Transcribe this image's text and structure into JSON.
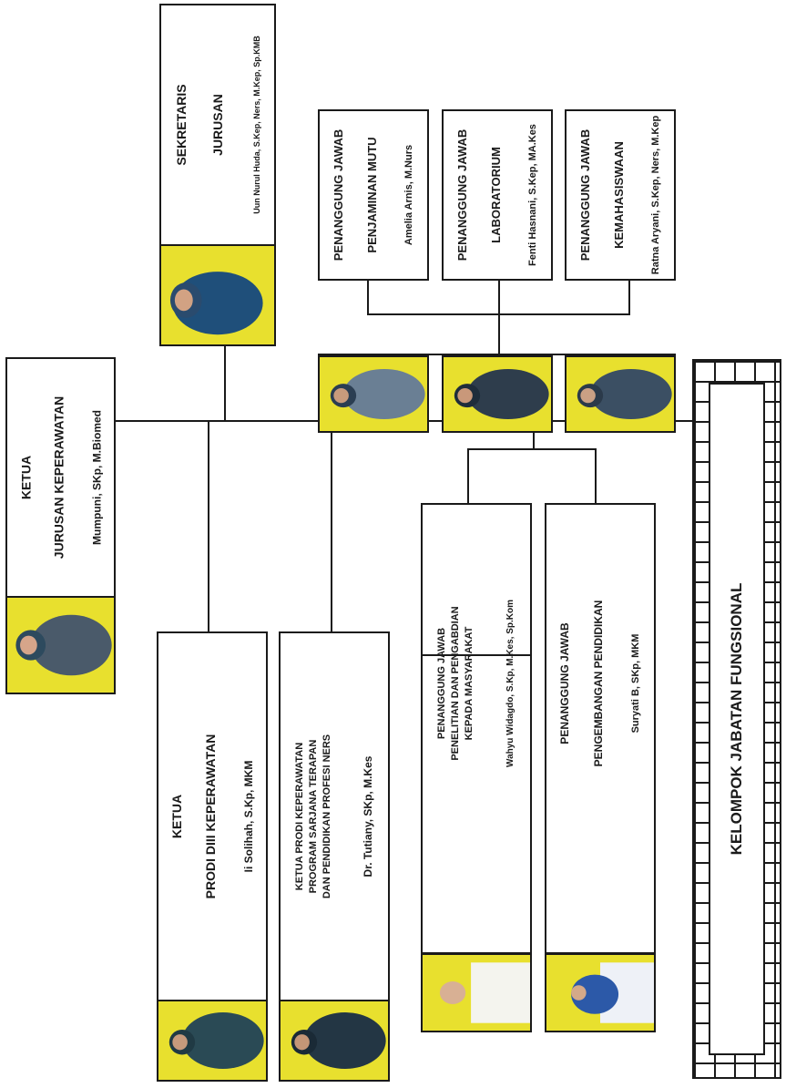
{
  "colors": {
    "line": "#1a1a1a",
    "photo_bg": "#e8e02e",
    "box_bg": "#ffffff"
  },
  "ketua": {
    "title1": "KETUA",
    "title2": "JURUSAN KEPERAWATAN",
    "name": "Mumpuni, SKp, M.Biomed"
  },
  "sekretaris": {
    "title1": "SEKRETARIS",
    "title2": "JURUSAN",
    "name": "Uun Nurul Huda, S.Kep, Ners, M.Kep, Sp.KMB"
  },
  "pj_mutu": {
    "title1": "PENANGGUNG JAWAB",
    "title2": "PENJAMINAN MUTU",
    "name": "Amelia Arnis, M.Nurs"
  },
  "pj_lab": {
    "title1": "PENANGGUNG JAWAB",
    "title2": "LABORATORIUM",
    "name": "Fenti Hasnani, S.Kep, MA.Kes"
  },
  "pj_mhs": {
    "title1": "PENANGGUNG JAWAB",
    "title2": "KEMAHASISWAAN",
    "name": "Ratna Aryani, S.Kep, Ners, M.Kep"
  },
  "prodi_diii": {
    "title1": "KETUA",
    "title2": "PRODI DIII KEPERAWATAN",
    "name": "Ii Solihah, S.Kp, MKM"
  },
  "prodi_str": {
    "title1": "KETUA PRODI KEPERAWATAN",
    "title2": "PROGRAM SARJANA TERAPAN",
    "title3": "DAN PENDIDIKAN PROFESI NERS",
    "name": "Dr. Tutiany, SKp, M.Kes"
  },
  "pj_penelitian": {
    "title1": "PENANGGUNG JAWAB",
    "title2": "PENELITIAN DAN PENGABDIAN",
    "title3": "KEPADA MASYARAKAT",
    "name": "Wahyu Widagdo, S.Kp, M.Kes, Sp.Kom"
  },
  "pj_pendidikan": {
    "title1": "PENANGGUNG JAWAB",
    "title2": "PENGEMBANGAN PENDIDIKAN",
    "name": "Suryati B, SKp, MKM"
  },
  "fungsional": {
    "label": "KELOMPOK JABATAN FUNGSIONAL"
  }
}
